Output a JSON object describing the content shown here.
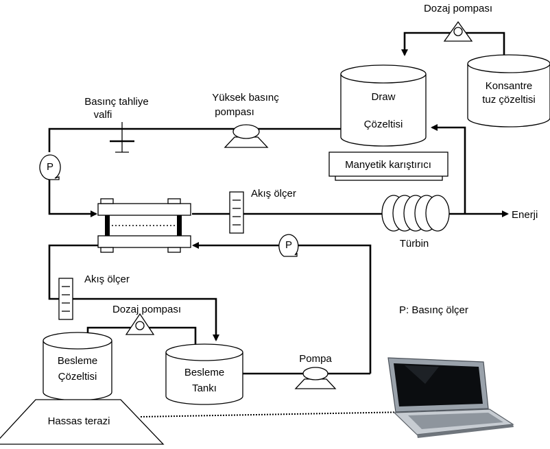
{
  "labels": {
    "dosing_pump_top": "Dozaj pompası",
    "concentrate_line1": "Konsantre",
    "concentrate_line2": "tuz çözeltisi",
    "draw_line1": "Draw",
    "draw_line2": "Çözeltisi",
    "magnetic_stirrer": "Manyetik karıştırıcı",
    "relief_valve_line1": "Basınç tahliye",
    "relief_valve_line2": "valfi",
    "hp_pump_line1": "Yüksek basınç",
    "hp_pump_line2": "pompası",
    "flow_meter_top": "Akış ölçer",
    "flow_meter_left": "Akış ölçer",
    "energy": "Enerji",
    "turbine": "Türbin",
    "dosing_pump_bottom": "Dozaj pompası",
    "pressure_legend": "P: Basınç ölçer",
    "feed_solution_line1": "Besleme",
    "feed_solution_line2": "Çözeltisi",
    "feed_tank_line1": "Besleme",
    "feed_tank_line2": "Tankı",
    "pump": "Pompa",
    "balance": "Hassas terazi",
    "gauge_symbol": "P"
  }
}
